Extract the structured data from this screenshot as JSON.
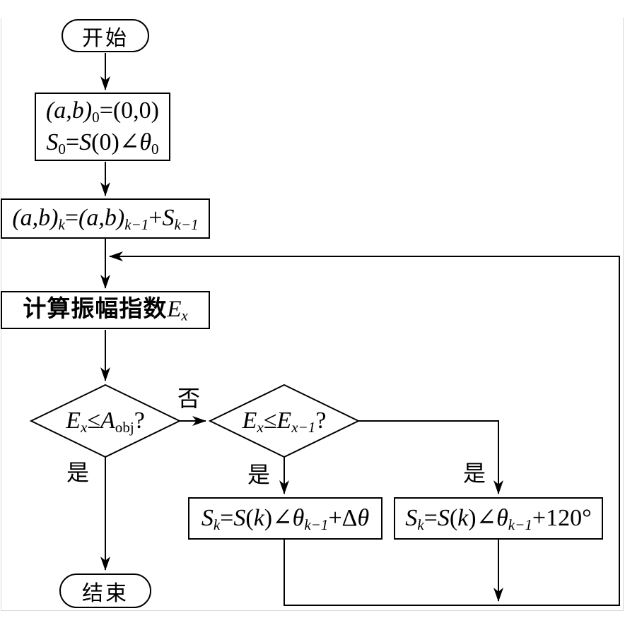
{
  "figure": {
    "background": "#ffffff",
    "line_color": "#000000",
    "frame_color": "#d9d9d9"
  },
  "nodes": {
    "start": {
      "type": "terminator",
      "label": "开始"
    },
    "init": {
      "type": "process",
      "line1": [
        {
          "t": "(a,b)",
          "s": "i"
        },
        {
          "t": "0",
          "s": "sub"
        },
        {
          "t": "=(0,0)",
          "s": "n"
        }
      ],
      "line2": [
        {
          "t": "S",
          "s": "i"
        },
        {
          "t": "0",
          "s": "sub"
        },
        {
          "t": "=",
          "s": "n"
        },
        {
          "t": "S",
          "s": "i"
        },
        {
          "t": "(0)",
          "s": "n"
        },
        {
          "t": "∠",
          "s": "n"
        },
        {
          "t": "θ",
          "s": "i"
        },
        {
          "t": "0",
          "s": "sub"
        }
      ]
    },
    "update": {
      "type": "process",
      "formula": [
        {
          "t": "(a,b)",
          "s": "i"
        },
        {
          "t": "k",
          "s": "isub"
        },
        {
          "t": "=",
          "s": "n"
        },
        {
          "t": "(a,b)",
          "s": "i"
        },
        {
          "t": "k−1",
          "s": "isub"
        },
        {
          "t": "+",
          "s": "n"
        },
        {
          "t": "S",
          "s": "i"
        },
        {
          "t": "k−1",
          "s": "isub"
        }
      ]
    },
    "compute": {
      "type": "process",
      "formula": [
        {
          "t": "计算振幅指数",
          "s": "cjk"
        },
        {
          "t": "E",
          "s": "i"
        },
        {
          "t": "x",
          "s": "isub"
        }
      ]
    },
    "decision1": {
      "type": "decision",
      "formula": [
        {
          "t": "E",
          "s": "i"
        },
        {
          "t": "x",
          "s": "isub"
        },
        {
          "t": "≤",
          "s": "n"
        },
        {
          "t": "A",
          "s": "i"
        },
        {
          "t": "obj",
          "s": "sub"
        },
        {
          "t": "?",
          "s": "n"
        }
      ]
    },
    "decision2": {
      "type": "decision",
      "formula": [
        {
          "t": "E",
          "s": "i"
        },
        {
          "t": "x",
          "s": "isub"
        },
        {
          "t": "≤",
          "s": "n"
        },
        {
          "t": "E",
          "s": "i"
        },
        {
          "t": "x−1",
          "s": "isub"
        },
        {
          "t": "?",
          "s": "n"
        }
      ]
    },
    "step_delta": {
      "type": "process",
      "formula": [
        {
          "t": "S",
          "s": "i"
        },
        {
          "t": "k",
          "s": "isub"
        },
        {
          "t": "=",
          "s": "n"
        },
        {
          "t": "S",
          "s": "i"
        },
        {
          "t": "(",
          "s": "n"
        },
        {
          "t": "k",
          "s": "i"
        },
        {
          "t": ")",
          "s": "n"
        },
        {
          "t": "∠",
          "s": "n"
        },
        {
          "t": "θ",
          "s": "i"
        },
        {
          "t": "k−1",
          "s": "isub"
        },
        {
          "t": "+Δ",
          "s": "n"
        },
        {
          "t": "θ",
          "s": "i"
        }
      ]
    },
    "step_120": {
      "type": "process",
      "formula": [
        {
          "t": "S",
          "s": "i"
        },
        {
          "t": "k",
          "s": "isub"
        },
        {
          "t": "=",
          "s": "n"
        },
        {
          "t": "S",
          "s": "i"
        },
        {
          "t": "(",
          "s": "n"
        },
        {
          "t": "k",
          "s": "i"
        },
        {
          "t": ")",
          "s": "n"
        },
        {
          "t": "∠",
          "s": "n"
        },
        {
          "t": "θ",
          "s": "i"
        },
        {
          "t": "k−1",
          "s": "isub"
        },
        {
          "t": "+120°",
          "s": "n"
        }
      ]
    },
    "end": {
      "type": "terminator",
      "label": "结束"
    }
  },
  "edge_labels": {
    "no": "否",
    "yes_left": "是",
    "yes_mid": "是",
    "yes_right": "是"
  }
}
